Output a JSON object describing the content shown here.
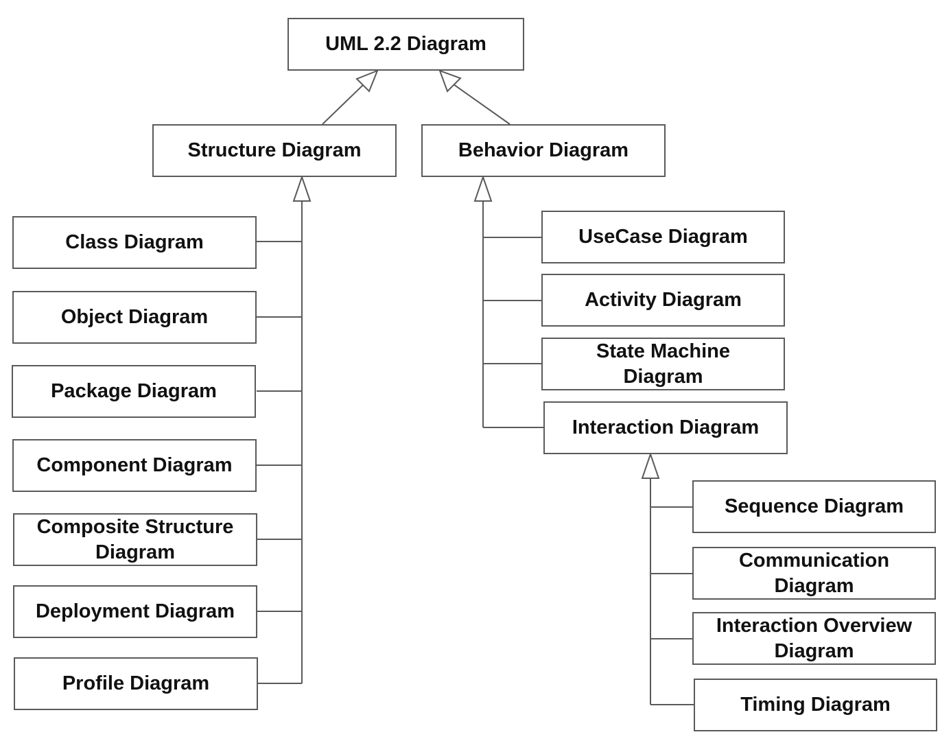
{
  "colors": {
    "line": "#5a5a5a",
    "box_border": "#5a5a5a",
    "text": "#111111",
    "background": "#ffffff"
  },
  "root": {
    "label": "UML 2.2 Diagram"
  },
  "structure": {
    "label": "Structure Diagram",
    "children": [
      "Class Diagram",
      "Object Diagram",
      "Package Diagram",
      "Component Diagram",
      "Composite Structure\nDiagram",
      "Deployment Diagram",
      "Profile Diagram"
    ]
  },
  "behavior": {
    "label": "Behavior Diagram",
    "children": [
      "UseCase Diagram",
      "Activity Diagram",
      "State Machine\nDiagram",
      "Interaction Diagram"
    ]
  },
  "interaction": {
    "label": "Interaction Diagram",
    "children": [
      "Sequence Diagram",
      "Communication\nDiagram",
      "Interaction Overview\nDiagram",
      "Timing Diagram"
    ]
  }
}
